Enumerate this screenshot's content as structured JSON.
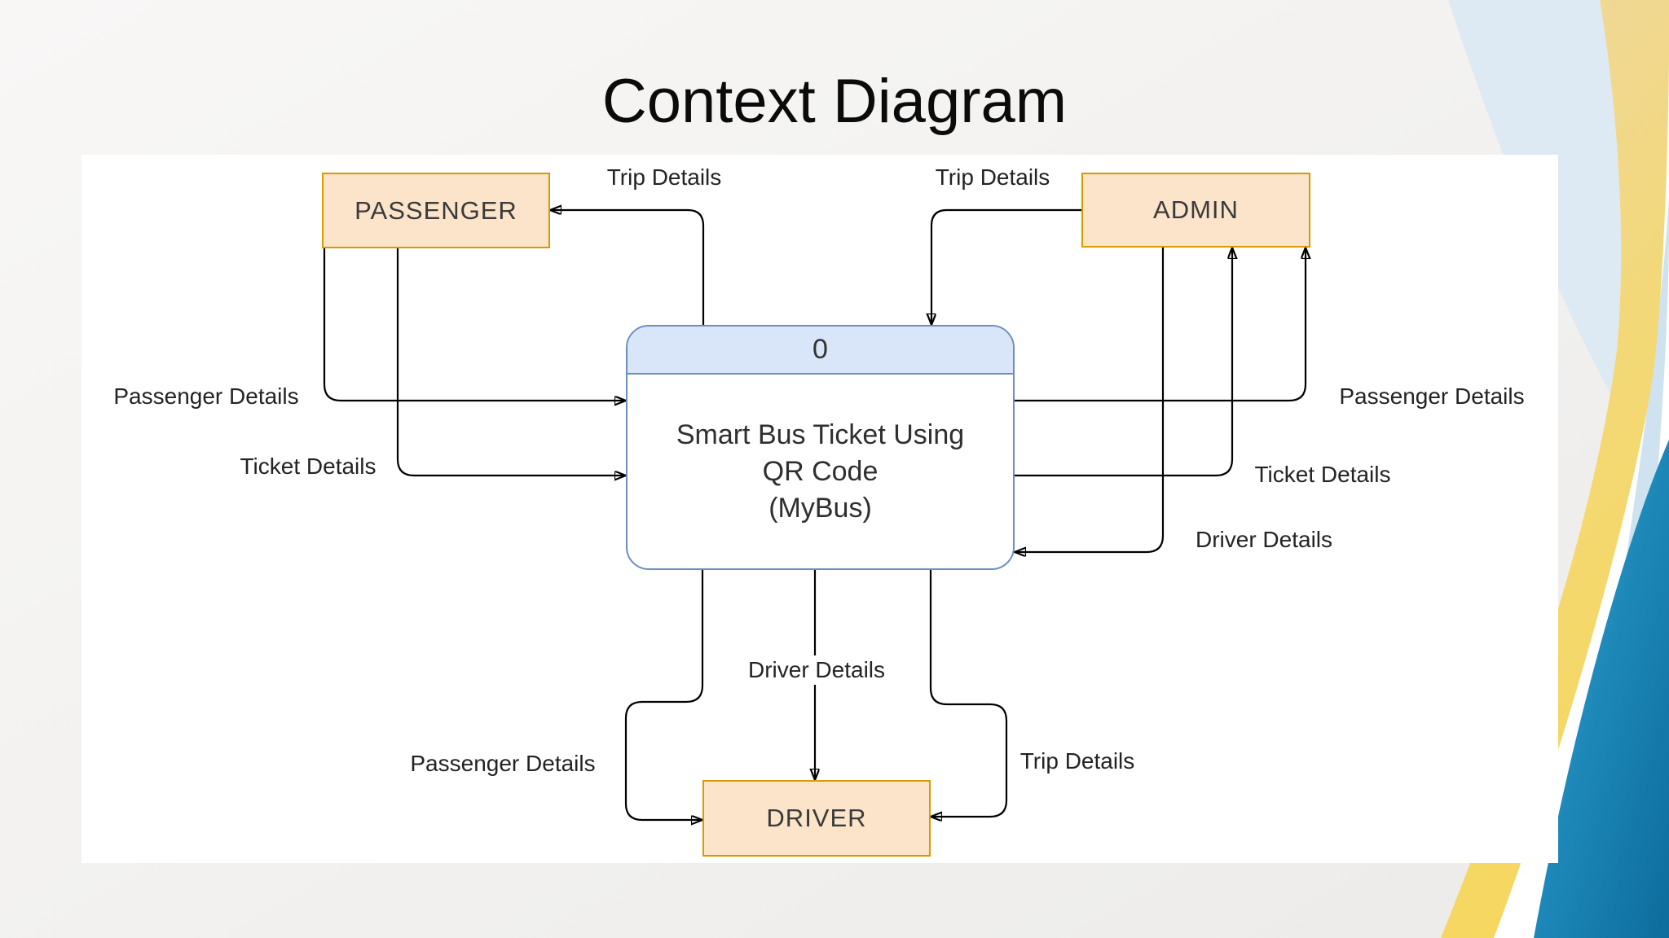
{
  "title": "Context Diagram",
  "process": {
    "number": "0",
    "name": "Smart Bus Ticket Using\nQR Code\n(MyBus)"
  },
  "entities": {
    "passenger": "PASSENGER",
    "admin": "ADMIN",
    "driver": "DRIVER"
  },
  "flows": [
    {
      "from": "system",
      "to": "passenger",
      "label": "Trip Details"
    },
    {
      "from": "admin",
      "to": "system",
      "label": "Trip Details"
    },
    {
      "from": "passenger",
      "to": "system",
      "label": "Passenger Details"
    },
    {
      "from": "passenger",
      "to": "system",
      "label": "Ticket Details"
    },
    {
      "from": "system",
      "to": "admin",
      "label": "Passenger Details"
    },
    {
      "from": "system",
      "to": "admin",
      "label": "Ticket Details"
    },
    {
      "from": "admin",
      "to": "system",
      "label": "Driver Details"
    },
    {
      "from": "system",
      "to": "driver",
      "label": "Driver Details"
    },
    {
      "from": "system",
      "to": "driver",
      "label": "Passenger Details"
    },
    {
      "from": "system",
      "to": "driver",
      "label": "Trip Details"
    }
  ],
  "colors": {
    "entity_fill": "#fbe4c9",
    "entity_border": "#d79b00",
    "process_header_fill": "#d9e6f9",
    "process_border": "#6c8ebf",
    "connector": "#000000",
    "deco_gold": "#f3d878",
    "deco_teal_dark": "#0d6c9c",
    "deco_teal_light": "#3fa3cb",
    "deco_pale_blue": "#dde9f3"
  }
}
